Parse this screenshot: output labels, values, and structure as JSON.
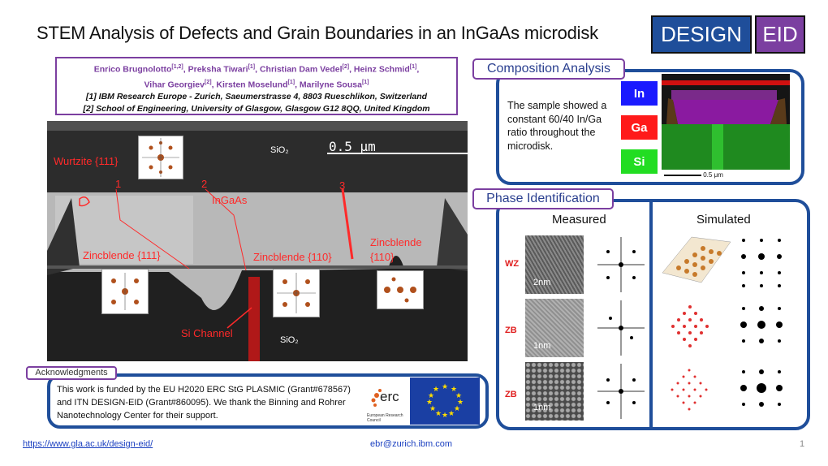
{
  "title": "STEM Analysis of Defects and Grain Boundaries in an InGaAs microdisk",
  "logo": {
    "left": "DESIGN",
    "right": "EID"
  },
  "authors": {
    "line1": [
      {
        "name": "Enrico Brugnolotto",
        "sup": "[1,2]"
      },
      {
        "name": "Preksha Tiwari",
        "sup": "[1]"
      },
      {
        "name": "Christian Dam Vedel",
        "sup": "[2]"
      },
      {
        "name": "Heinz Schmid",
        "sup": "[1]"
      }
    ],
    "line2": [
      {
        "name": "Vihar Georgiev",
        "sup": "[2]"
      },
      {
        "name": "Kirsten Moselund",
        "sup": "[1]"
      },
      {
        "name": "Marilyne Sousa",
        "sup": "[1]"
      }
    ],
    "affiliation1": "[1] IBM Research Europe - Zurich, Saeumerstrasse 4, 8803 Rueschlikon, Switzerland",
    "affiliation2": "[2] School of Engineering, University of Glasgow, Glasgow G12 8QQ, United Kingdom"
  },
  "stem_image": {
    "scale_bar": "0.5 μm",
    "sio2_top": "SiO₂",
    "sio2_bottom": "SiO₂",
    "wurtzite": "Wurtzite {111}",
    "markers": [
      "1",
      "2",
      "3"
    ],
    "ingaas": "InGaAs",
    "zb111": "Zincblende {111}",
    "zb110_mid": "Zincblende {110}",
    "zb110_right_1": "Zincblende",
    "zb110_right_2": "{110}",
    "si_channel": "Si Channel",
    "label_color": "#ff2a2a"
  },
  "acknowledgments": {
    "tab": "Acknowledgments",
    "text": "This work is funded by the EU H2020 ERC StG PLASMIC (Grant#678567) and ITN DESIGN-EID (Grant#860095). We thank the Binning and Rohrer Nanotechnology Center for their support.",
    "erc_logo": "erc",
    "erc_caption": "European Research Council"
  },
  "composition": {
    "tab": "Composition Analysis",
    "text": "The sample showed a constant 60/40 In/Ga ratio throughout the microdisk.",
    "chips": [
      {
        "label": "In",
        "color": "#1a1aff"
      },
      {
        "label": "Ga",
        "color": "#ff1a1a"
      },
      {
        "label": "Si",
        "color": "#22dd22"
      }
    ],
    "scale": "0.5 μm"
  },
  "phase": {
    "tab": "Phase Identification",
    "measured": "Measured",
    "simulated": "Simulated",
    "rows": [
      {
        "label": "WZ",
        "scale": "2nm"
      },
      {
        "label": "ZB",
        "scale": "1nm"
      },
      {
        "label": "ZB",
        "scale": "1nm"
      }
    ]
  },
  "footer": {
    "link": "https://www.gla.ac.uk/design-eid/",
    "email": "ebr@zurich.ibm.com",
    "page": "1"
  },
  "colors": {
    "accent_blue": "#1f4e9a",
    "accent_purple": "#7b3fa0"
  }
}
